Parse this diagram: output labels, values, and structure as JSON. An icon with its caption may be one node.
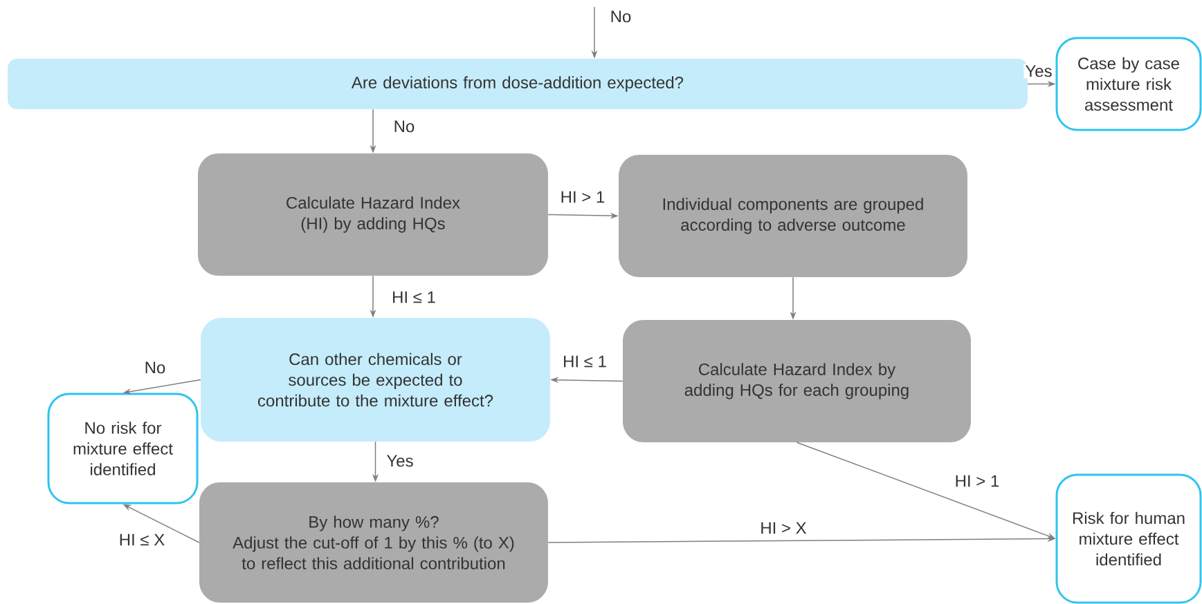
{
  "diagram": {
    "nodes": [
      {
        "text": [
          "Are deviations from dose-addition expected?"
        ]
      },
      {
        "text": [
          "Case by case mixture risk assessment"
        ]
      },
      {
        "text": [
          "Calculate Hazard Index (HI) by adding HQs"
        ]
      },
      {
        "text": [
          "Individual components are grouped according to adverse outcome"
        ]
      },
      {
        "text": [
          "Can other chemicals or sources be expected to contribute to the mixture effect?"
        ]
      },
      {
        "text": [
          "Calculate Hazard Index by adding HQs for each grouping"
        ]
      },
      {
        "text": [
          "No risk for mixture effect identified"
        ]
      },
      {
        "text": [
          "By how many %?",
          "Adjust the cut-off of 1 by this % (to X) to reflect this additional contribution"
        ]
      },
      {
        "text": [
          "Risk for human mixture effect identified"
        ]
      }
    ],
    "edges": [
      {
        "from": null,
        "to": 0,
        "arrow": "to",
        "label": "No"
      },
      {
        "from": 0,
        "to": 1,
        "arrow": "to",
        "label": "Yes"
      },
      {
        "from": 0,
        "to": 2,
        "arrow": "to",
        "label": "No"
      },
      {
        "from": 2,
        "to": 3,
        "arrow": "to",
        "label": "HI > 1"
      },
      {
        "from": 2,
        "to": 4,
        "arrow": "to",
        "label": "HI ≤ 1"
      },
      {
        "from": 3,
        "to": 5,
        "arrow": "to"
      },
      {
        "from": 5,
        "to": 4,
        "arrow": "to",
        "label": "HI ≤ 1"
      },
      {
        "from": 4,
        "to": 6,
        "arrow": "to",
        "label": "No"
      },
      {
        "from": 4,
        "to": 7,
        "arrow": "to",
        "label": "Yes"
      },
      {
        "from": 7,
        "to": 6,
        "arrow": "to",
        "label": "HI ≤ X"
      },
      {
        "from": 7,
        "to": 8,
        "arrow": "to",
        "label": "HI > X"
      },
      {
        "from": 5,
        "to": 8,
        "arrow": "to",
        "label": "HI > 1"
      }
    ]
  }
}
